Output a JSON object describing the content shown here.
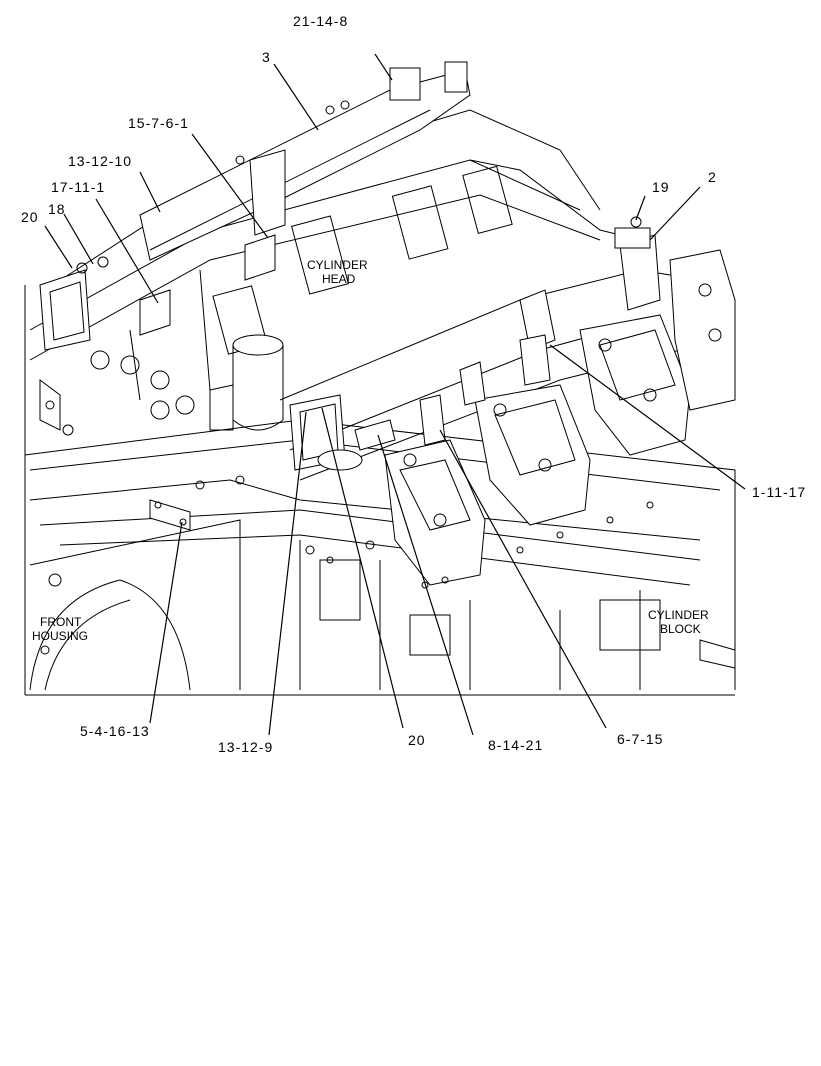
{
  "callouts": {
    "c_21_14_8": "21-14-8",
    "c_3": "3",
    "c_15_7_6_1": "15-7-6-1",
    "c_13_12_10": "13-12-10",
    "c_17_11_1": "17-11-1",
    "c_20_top": "20",
    "c_18": "18",
    "c_19": "19",
    "c_2": "2",
    "c_1_11_17": "1-11-17",
    "c_5_4_16_13": "5-4-16-13",
    "c_13_12_9": "13-12-9",
    "c_20_bottom": "20",
    "c_8_14_21": "8-14-21",
    "c_6_7_15": "6-7-15"
  },
  "areas": {
    "cylinder_head": [
      "CYLINDER",
      "HEAD"
    ],
    "front_housing": [
      "FRONT",
      "HOUSING"
    ],
    "cylinder_block": [
      "CYLINDER",
      "BLOCK"
    ]
  }
}
